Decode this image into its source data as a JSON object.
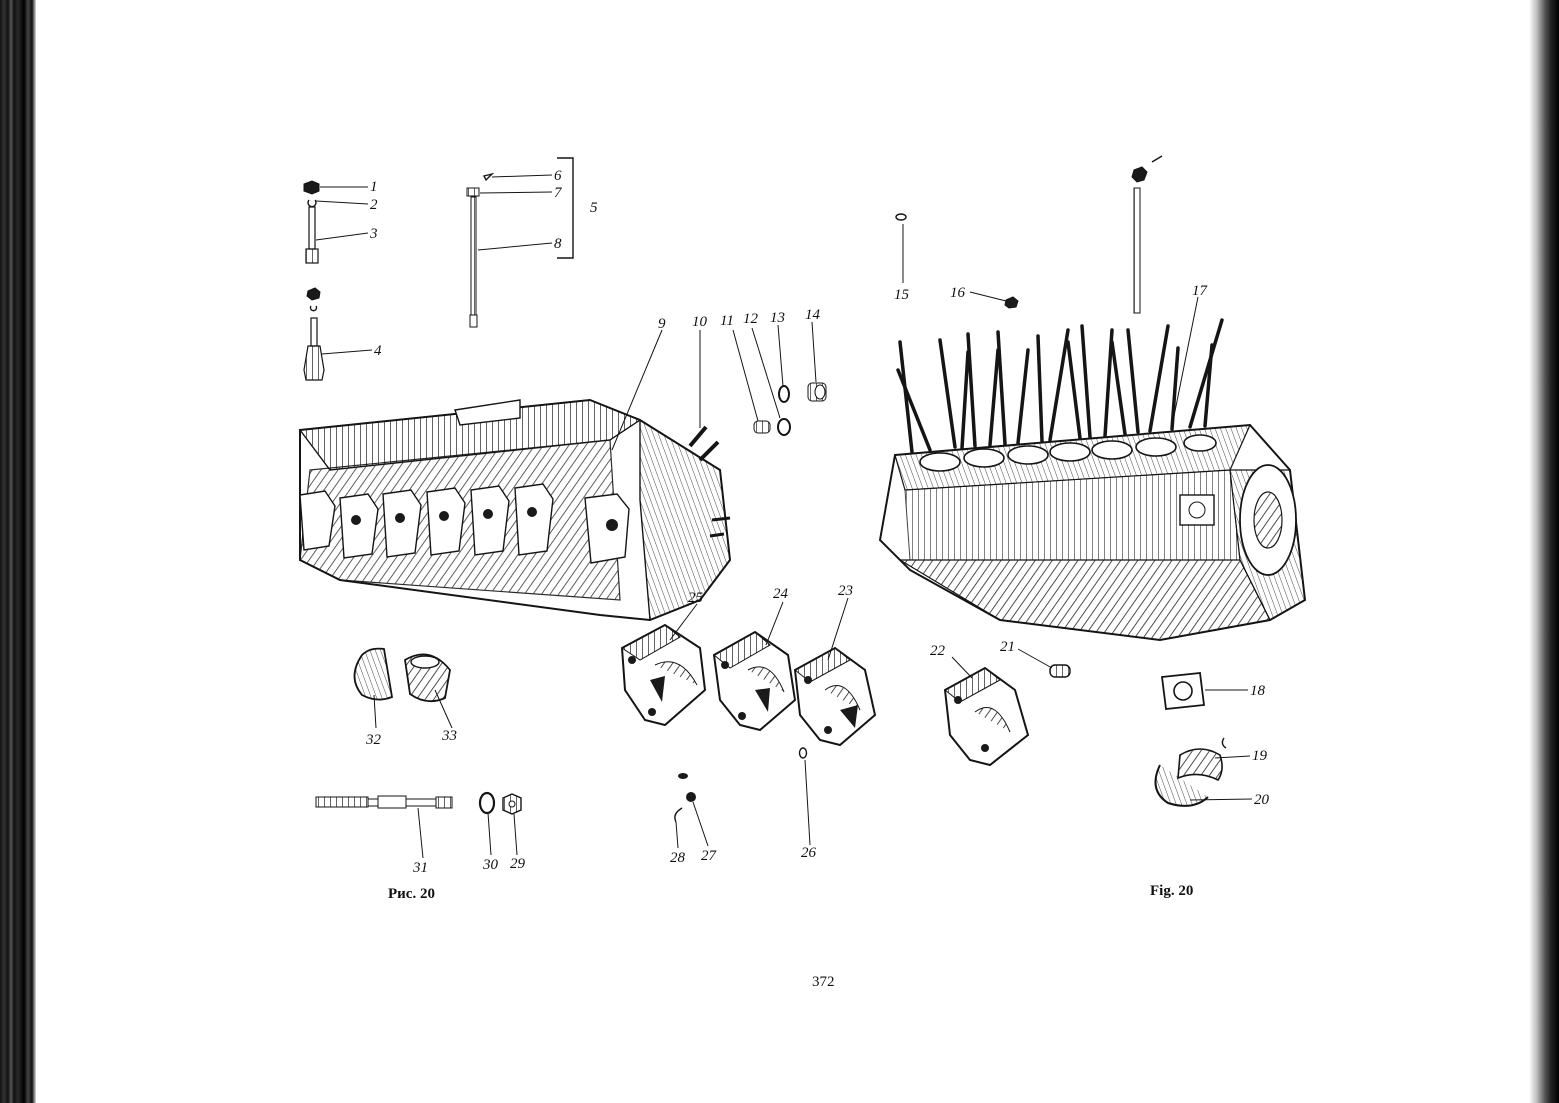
{
  "captions": {
    "left": "Рис. 20",
    "right": "Fig. 20"
  },
  "page_number": "372",
  "callouts": [
    "1",
    "2",
    "3",
    "4",
    "5",
    "6",
    "7",
    "8",
    "9",
    "10",
    "11",
    "12",
    "13",
    "14",
    "15",
    "16",
    "17",
    "18",
    "19",
    "20",
    "21",
    "22",
    "23",
    "24",
    "25",
    "26",
    "27",
    "28",
    "29",
    "30",
    "31",
    "32",
    "33"
  ]
}
